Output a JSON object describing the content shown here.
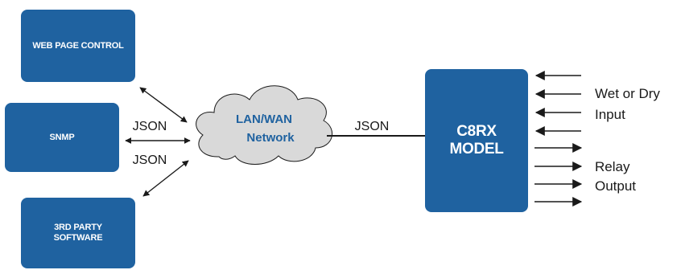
{
  "nodes": {
    "web_page_control": "WEB PAGE CONTROL",
    "snmp": "SNMP",
    "third_party_line1": "3RD PARTY",
    "third_party_line2": "SOFTWARE",
    "cloud_line1": "LAN/WAN",
    "cloud_line2": "Network",
    "model_line1": "C8RX",
    "model_line2": "MODEL"
  },
  "edge_labels": {
    "json_snmp_top": "JSON",
    "json_snmp_bottom": "JSON",
    "json_network_model": "JSON"
  },
  "io_labels": {
    "input_line1": "Wet or Dry",
    "input_line2": "Input",
    "output_line1": "Relay",
    "output_line2": "Output"
  },
  "colors": {
    "box_fill": "#1f62a0",
    "cloud_fill": "#d9d9d9",
    "cloud_text": "#1f62a0",
    "line": "#1a1a1a"
  }
}
